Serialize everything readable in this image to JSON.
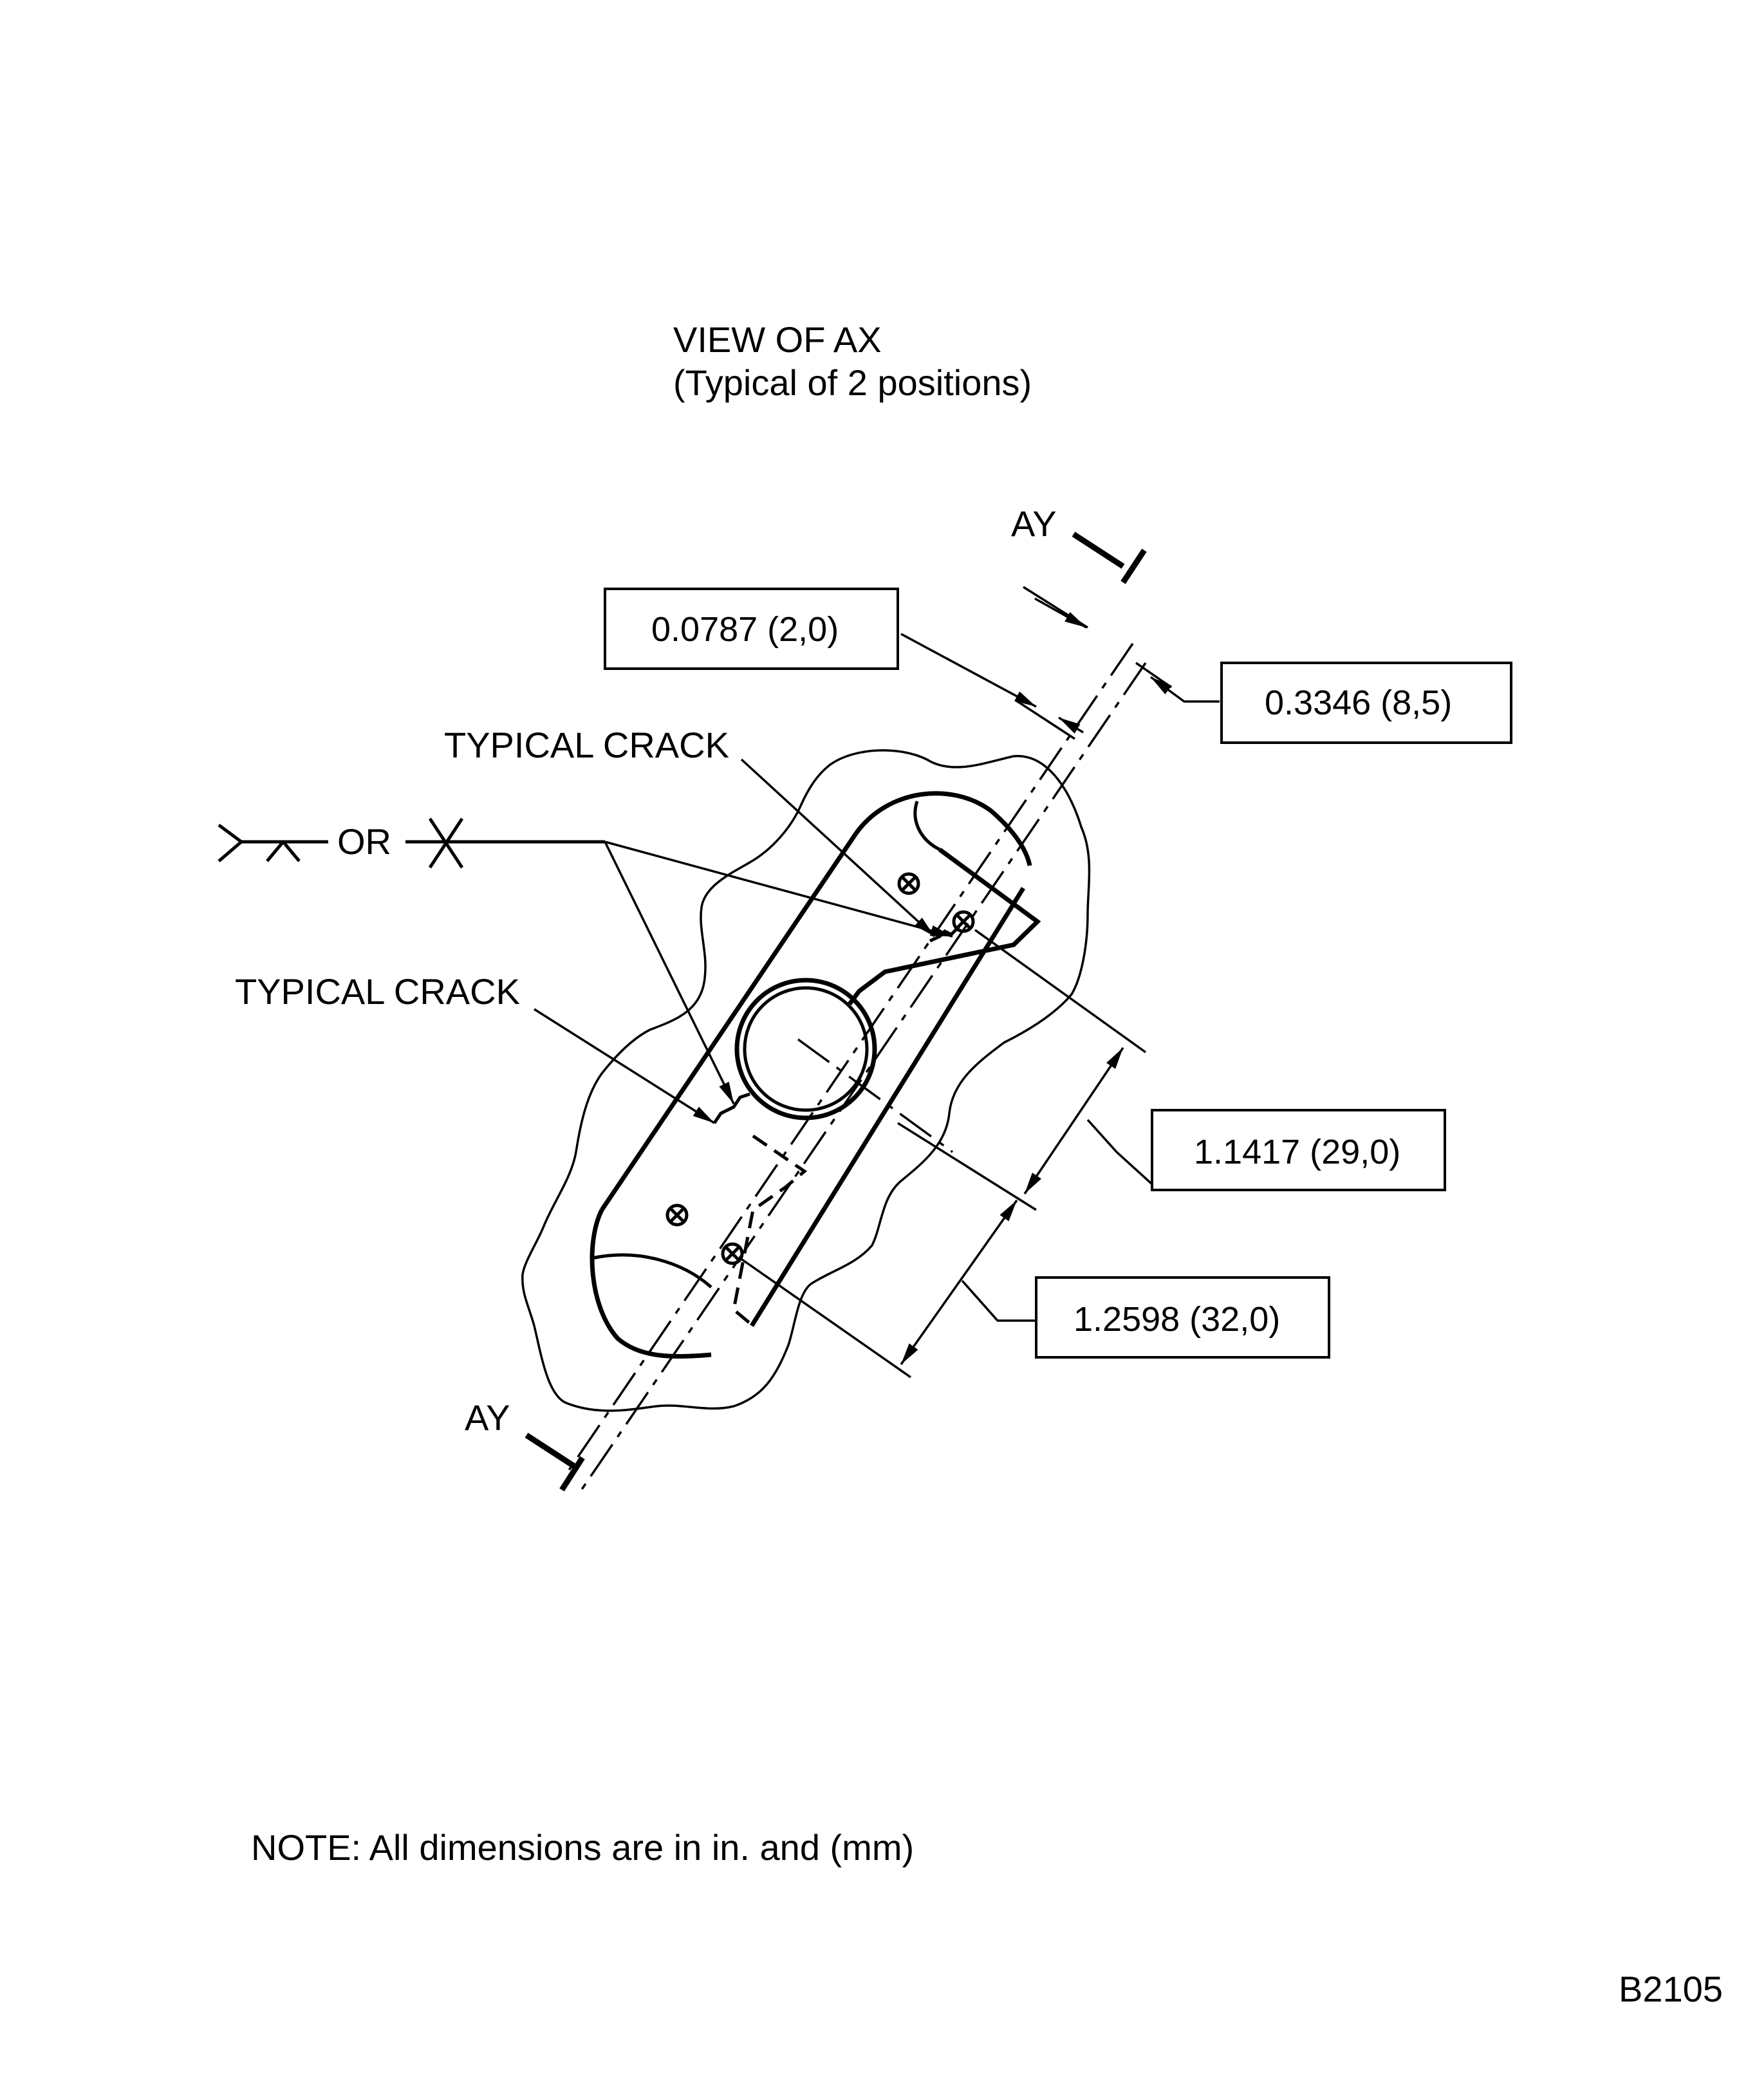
{
  "title": {
    "line1": "VIEW OF AX",
    "line2": "(Typical of 2 positions)"
  },
  "section_labels": {
    "top": "AY",
    "bottom": "AY"
  },
  "crack_labels": {
    "upper": "TYPICAL CRACK",
    "lower": "TYPICAL CRACK"
  },
  "weld_symbol": {
    "or_text": "OR"
  },
  "dimensions": {
    "d1": "0.0787 (2,0)",
    "d2": "0.3346 (8,5)",
    "d3": "1.1417 (29,0)",
    "d4": "1.2598 (32,0)"
  },
  "note": "NOTE:  All dimensions are in in. and (mm)",
  "figure_id": "B2105"
}
